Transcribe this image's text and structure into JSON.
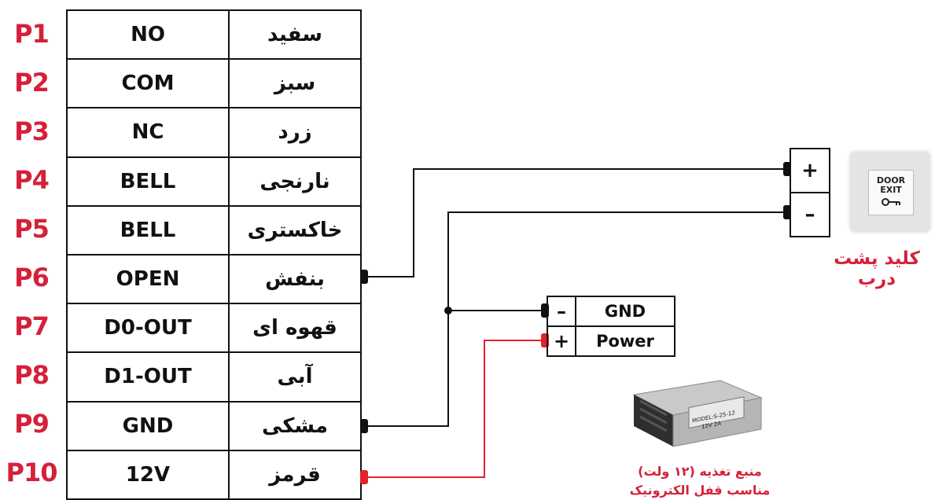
{
  "colors": {
    "pin_label": "#d62039",
    "wire": "#111111",
    "power_wire": "#e2222a",
    "caption": "#d62039"
  },
  "pins": [
    {
      "pin": "P1",
      "signal": "NO",
      "color_name": "سفید"
    },
    {
      "pin": "P2",
      "signal": "COM",
      "color_name": "سبز"
    },
    {
      "pin": "P3",
      "signal": "NC",
      "color_name": "زرد"
    },
    {
      "pin": "P4",
      "signal": "BELL",
      "color_name": "نارنجی"
    },
    {
      "pin": "P5",
      "signal": "BELL",
      "color_name": "خاکستری"
    },
    {
      "pin": "P6",
      "signal": "OPEN",
      "color_name": "بنفش"
    },
    {
      "pin": "P7",
      "signal": "D0-OUT",
      "color_name": "قهوه ای"
    },
    {
      "pin": "P8",
      "signal": "D1-OUT",
      "color_name": "آبی"
    },
    {
      "pin": "P9",
      "signal": "GND",
      "color_name": "مشکی"
    },
    {
      "pin": "P10",
      "signal": "12V",
      "color_name": "قرمز"
    }
  ],
  "exit_button": {
    "plus": "+",
    "minus": "–",
    "face_line1": "DOOR",
    "face_line2": "EXIT",
    "label": "کلید پشت درب"
  },
  "power_supply": {
    "minus": "–",
    "plus": "+",
    "gnd_label": "GND",
    "power_label": "Power",
    "model_text": "MODEL:S-25-12",
    "spec_text": "12V  2A",
    "caption_line1": "منبع تغذیه (۱۲ ولت)",
    "caption_line2": "مناسب قفل الکترونیک"
  }
}
